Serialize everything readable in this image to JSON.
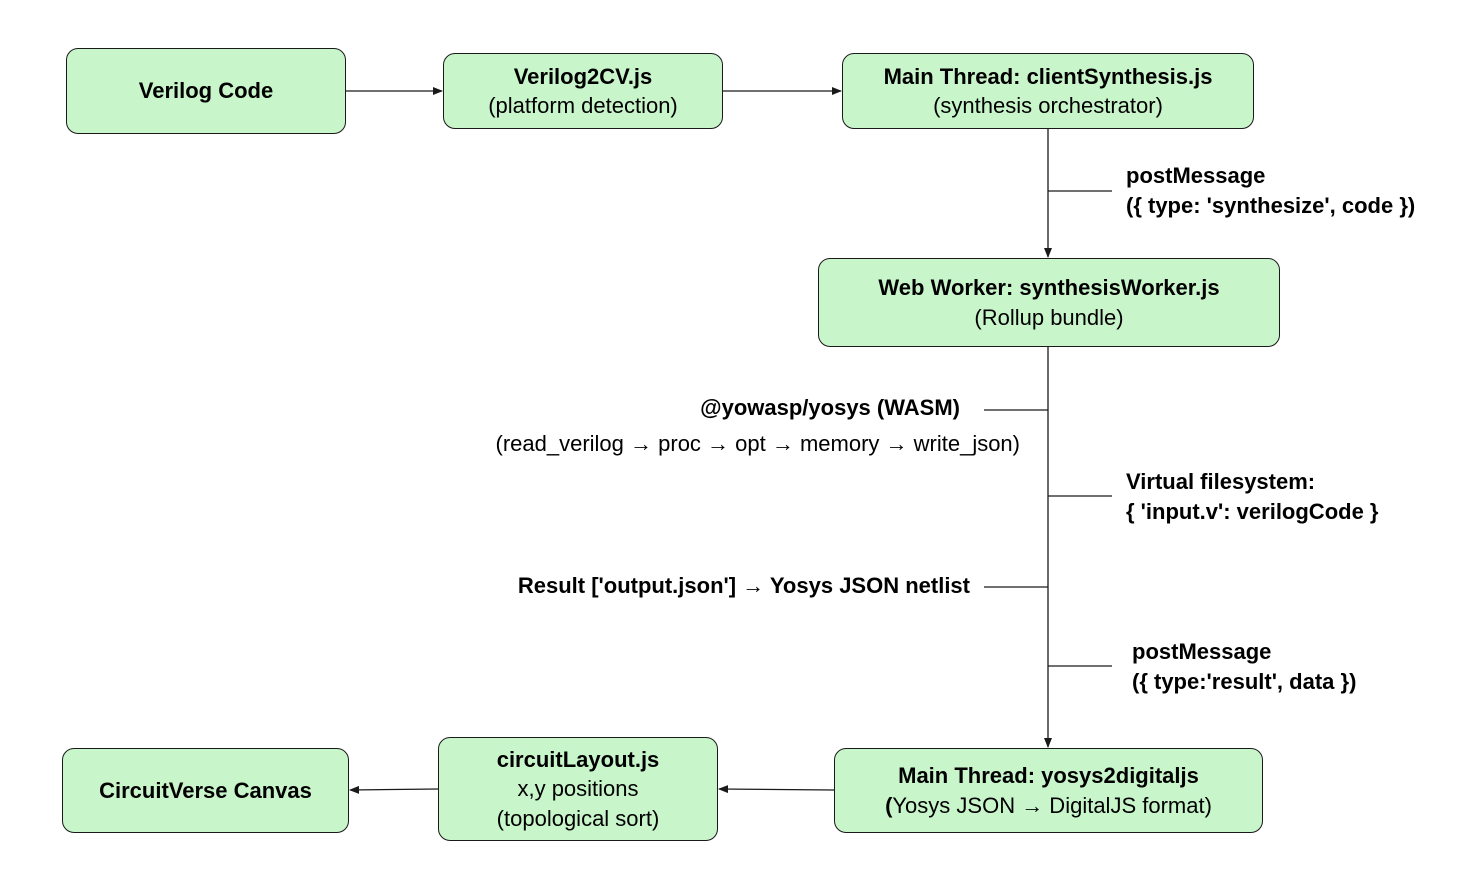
{
  "nodes": {
    "verilog_code": {
      "title": "Verilog Code"
    },
    "verilog2cv": {
      "title": "Verilog2CV.js",
      "subtitle": "(platform detection)"
    },
    "main_thread_synthesis": {
      "title": "Main Thread: clientSynthesis.js",
      "subtitle": "(synthesis orchestrator)"
    },
    "web_worker": {
      "title": "Web Worker: synthesisWorker.js",
      "subtitle": "(Rollup bundle)"
    },
    "main_thread_yosys2digitaljs": {
      "title": "Main Thread: yosys2digitaljs",
      "subtitle_paren": "(",
      "subtitle_rest": "Yosys JSON → DigitalJS format)"
    },
    "circuit_layout": {
      "title": "circuitLayout.js",
      "line2": "x,y positions",
      "line3": "(topological sort)"
    },
    "circuitverse_canvas": {
      "title": "CircuitVerse Canvas"
    }
  },
  "annotations": {
    "post_message_synthesize": {
      "line1": "postMessage",
      "line2": "({ type: 'synthesize', code })"
    },
    "yowasp_yosys": {
      "line1": "@yowasp/yosys (WASM)",
      "line2": "(read_verilog → proc → opt → memory → write_json)"
    },
    "virtual_filesystem": {
      "line1": "Virtual filesystem:",
      "line2": "{ 'input.v': verilogCode }"
    },
    "result_output": {
      "line1": "Result ['output.json'] → Yosys JSON netlist"
    },
    "post_message_result": {
      "line1": "postMessage",
      "line2": "({ type:'result', data })"
    }
  },
  "colors": {
    "node_fill": "#c9f5cb",
    "node_border": "#1a1a1a",
    "line": "#1a1a1a",
    "background": "#ffffff"
  }
}
